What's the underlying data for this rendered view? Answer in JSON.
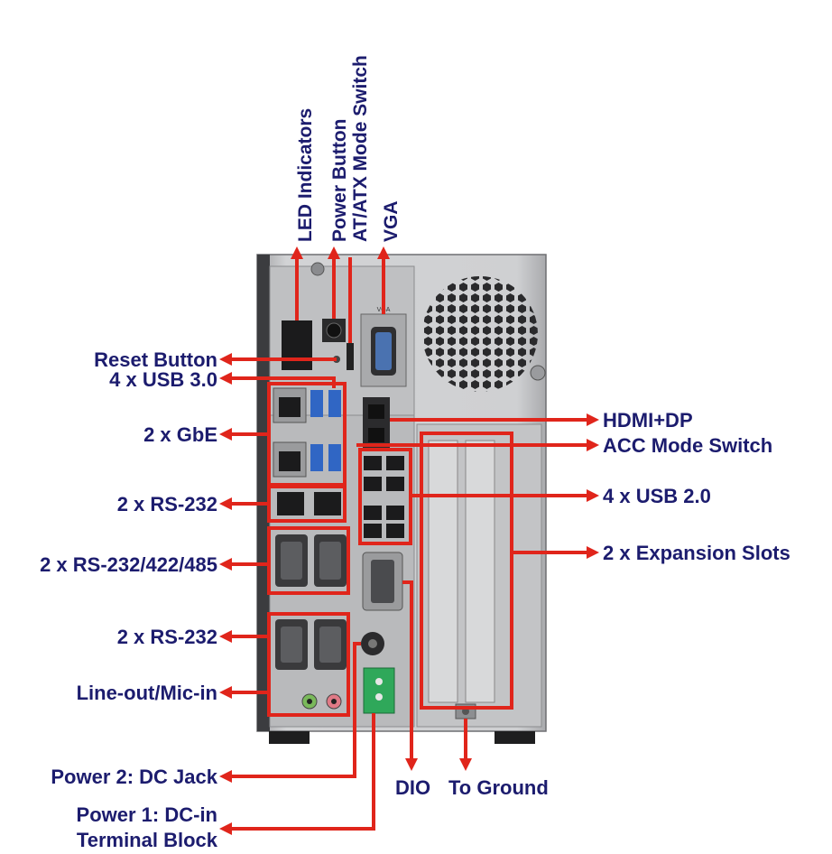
{
  "labels": {
    "led_indicators": "LED Indicators",
    "power_button": "Power Button",
    "at_atx_switch": "AT/ATX Mode Switch",
    "vga": "VGA",
    "reset_button": "Reset Button",
    "usb30": "4 x USB 3.0",
    "gbe": "2 x GbE",
    "rs232_top": "2 x RS-232",
    "rs232_422_485": "2 x RS-232/422/485",
    "rs232_bottom": "2 x RS-232",
    "line_mic": "Line-out/Mic-in",
    "hdmi_dp": "HDMI+DP",
    "acc_switch": "ACC Mode Switch",
    "usb20": "4 x USB 2.0",
    "expansion": "2 x Expansion Slots",
    "dio": "DIO",
    "to_ground": "To Ground",
    "power2": "Power 2: DC Jack",
    "power1_line1": "Power 1: DC-in",
    "power1_line2": "Terminal Block"
  },
  "panel_text": {
    "vga": "VGA"
  },
  "colors": {
    "label_text": "#1c1c6e",
    "callout": "#e0251b",
    "chassis": "#c9cacc",
    "panel": "#b8b9bb"
  }
}
